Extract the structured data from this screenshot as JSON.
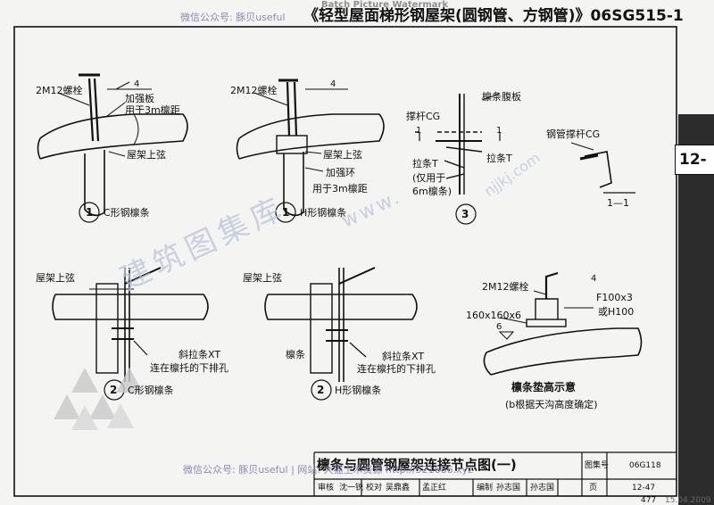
{
  "title": "《轻型屋面梯形钢屋架(圆钢管、方钢管)》06SG515-1",
  "watermarks": {
    "top_channel": "微信公众号: 豚贝useful",
    "batch": "Batch Picture Watermark",
    "bottom_channel": "微信公众号: 豚贝useful  |  网站: 大猫土木资源 http://521686.xyz",
    "diagonal_1": "建筑图集库",
    "diagonal_2": "www.",
    "diagonal_3": "njjkj.com"
  },
  "side_tab": "12-",
  "details": {
    "d1a": {
      "bolt": "2M12螺栓",
      "weld": "4",
      "plate": "加强板",
      "plate_note": "用于3m檩距",
      "chord": "屋架上弦",
      "num": "1",
      "caption": "C形钢檩条"
    },
    "d1b": {
      "bolt": "2M12螺栓",
      "weld": "4",
      "chord": "屋架上弦",
      "ring": "加强环",
      "ring_note": "用于3m檩距",
      "num": "1",
      "caption": "H形钢檩条"
    },
    "d3": {
      "web": "檩条腹板",
      "brace": "撑杆CG",
      "tie": "拉条T",
      "tie2": "拉条T",
      "note1": "(仅用于",
      "note2": "6m檩条)",
      "section_mark": "1",
      "num": "3",
      "pipe_brace": "钢管撑杆CG",
      "section": "1—1"
    },
    "d2a": {
      "chord": "屋架上弦",
      "tie": "斜拉条XT",
      "note": "连在檩托的下排孔",
      "num": "2",
      "caption": "C形钢檩条"
    },
    "d2b": {
      "chord": "屋架上弦",
      "purlin": "檩条",
      "tie": "斜拉条XT",
      "note": "连在檩托的下排孔",
      "num": "2",
      "caption": "H形钢檩条"
    },
    "pad": {
      "bolt": "2M12螺栓",
      "weld": "4",
      "plate": "160x160x6",
      "angle": "F100x3",
      "or": "或H100",
      "weld2": "6",
      "caption": "檩条垫高示意",
      "caption_note": "(b根据天沟高度确定)"
    }
  },
  "title_block": {
    "drawing_title": "檩条与圆管钢屋架连接节点图(一)",
    "atlas_label": "图集号",
    "atlas_no": "06G118",
    "review_label": "审核",
    "review_name": "沈一锐",
    "check_label": "校对",
    "check_name": "吴鼎鑫",
    "check_sign": "孟正红",
    "design_label": "编制",
    "design_name": "孙志国",
    "design_sign": "孙志国",
    "page_label": "页",
    "page_no": "12-47"
  },
  "page_number": "477",
  "date": "15.04.2009"
}
